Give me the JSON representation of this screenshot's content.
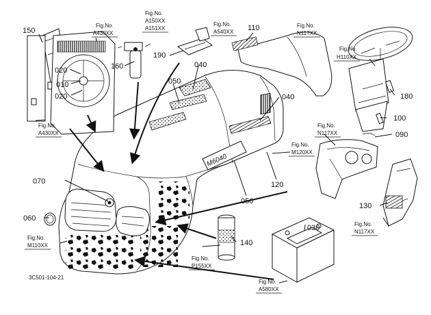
{
  "figure_code": "3C501-104-21",
  "callouts": {
    "n150": "150",
    "n020a": "020",
    "n010": "010",
    "n020b": "020",
    "n160": "160",
    "n190": "190",
    "n040a": "040",
    "n050a": "050",
    "n110": "110",
    "n040b": "040",
    "n070": "070",
    "n060": "060",
    "n050b": "050",
    "n120": "120",
    "n180": "180",
    "n100": "100",
    "n090": "090",
    "n130": "130",
    "n030": "030",
    "n140": "140"
  },
  "fig_refs": {
    "a430_top": [
      "Fig.No.",
      "A430XX"
    ],
    "a150": [
      "Fig.No.",
      "A150XX",
      "A151XX"
    ],
    "a540": [
      "Fig.No.",
      "A540XX"
    ],
    "n117_top": [
      "Fig.No.",
      "N117XX"
    ],
    "h110": [
      "Fig.No.",
      "H110XX"
    ],
    "a430_left": [
      "Fig.No.",
      "A430XX"
    ],
    "n117_mid": [
      "Fig.No.",
      "N117XX"
    ],
    "m120": [
      "Fig.No.",
      "M120XX"
    ],
    "m110": [
      "Fig.No.",
      "M110XX"
    ],
    "n117_bot": [
      "Fig.No.",
      "N117XX"
    ],
    "p155": [
      "Fig.No.",
      "P155XX"
    ],
    "a580": [
      "Fig.No.",
      "A580XX"
    ]
  },
  "decal_text": "M6040"
}
